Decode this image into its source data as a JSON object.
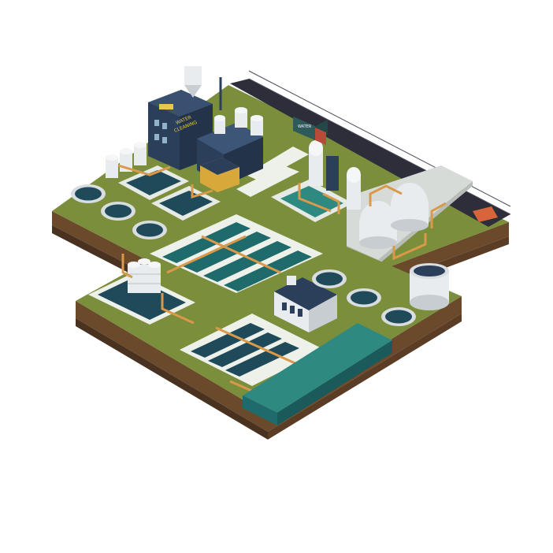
{
  "illustration": {
    "building_sign_line1": "WATER",
    "building_sign_line2": "CLEANING",
    "truck_label": "WATER"
  },
  "palette": {
    "grass": "#7a8e3c",
    "grass_dark": "#5f7130",
    "soil": "#6b4a2c",
    "soil_dark": "#4a3220",
    "path": "#eef1ea",
    "water": "#1f6a6a",
    "water_light": "#2e8a80",
    "tank_rim": "#d9dde0",
    "building": "#2b3f5a",
    "pipe": "#d89a4a",
    "road": "#2d2e3a"
  }
}
